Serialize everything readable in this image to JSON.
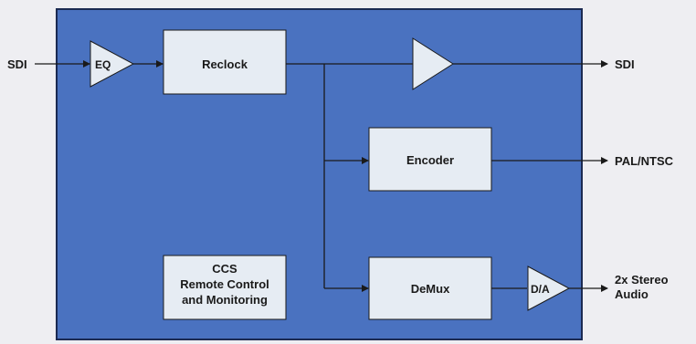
{
  "diagram": {
    "colors": {
      "background": "#eeeef2",
      "panel": "#4a72c0",
      "panel_border": "#1b2a52",
      "block_fill": "#e6ecf3",
      "line": "#1a1a1a"
    },
    "inputs": {
      "sdi": "SDI"
    },
    "blocks": {
      "eq": "EQ",
      "reclock": "Reclock",
      "encoder": "Encoder",
      "demux": "DeMux",
      "da": "D/A",
      "ccs_title": "CCS",
      "ccs_line1": "Remote Control",
      "ccs_line2": "and Monitoring"
    },
    "outputs": {
      "sdi": "SDI",
      "pal_ntsc": "PAL/NTSC",
      "audio_line1": "2x Stereo",
      "audio_line2": "Audio"
    }
  }
}
